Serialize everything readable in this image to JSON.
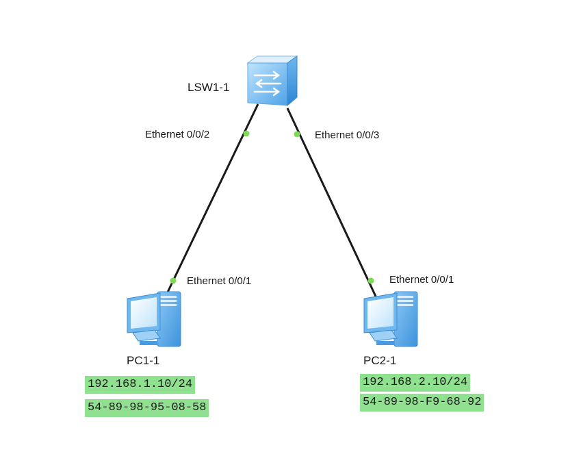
{
  "devices": {
    "switch": {
      "name": "LSW1-1",
      "icon": "switch-icon"
    },
    "pc1": {
      "name": "PC1-1",
      "icon": "pc-icon"
    },
    "pc2": {
      "name": "PC2-1",
      "icon": "pc-icon"
    }
  },
  "links": [
    {
      "from_port": "Ethernet 0/0/2",
      "to_port": "Ethernet 0/0/1"
    },
    {
      "from_port": "Ethernet 0/0/3",
      "to_port": "Ethernet 0/0/1"
    }
  ],
  "notes": {
    "pc1_ip": "192.168.1.10/24",
    "pc1_mac": "54-89-98-95-08-58",
    "pc2_ip": "192.168.2.10/24",
    "pc2_mac": "54-89-98-F9-68-92"
  },
  "colors": {
    "link": "#1a1a1a",
    "port_dot": "#7ed957",
    "note_bg": "#8fe08f",
    "device_blue": "#5aa9ea"
  }
}
